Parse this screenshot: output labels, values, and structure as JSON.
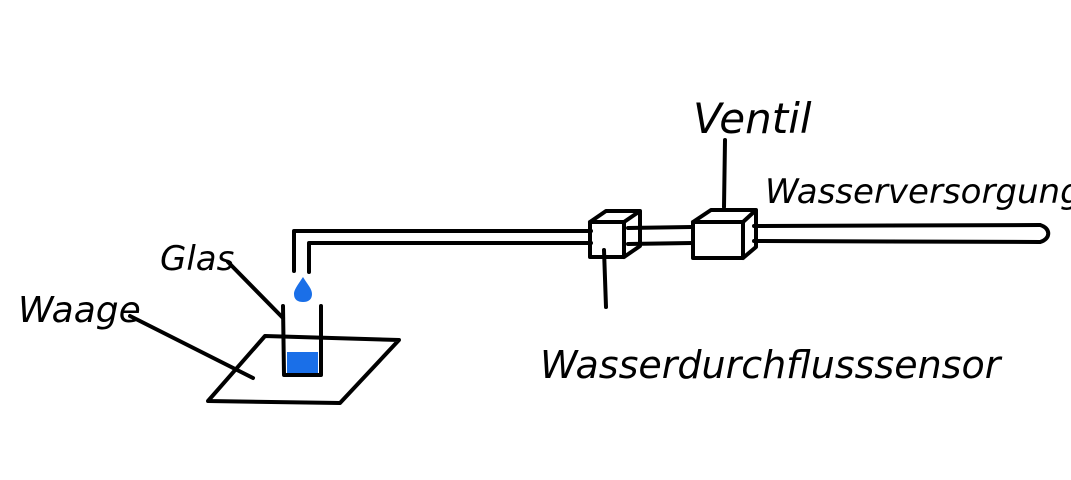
{
  "labels": {
    "scale": "Waage",
    "glass": "Glas",
    "valve": "Ventil",
    "water_supply": "Wasserversorgung",
    "flow_sensor": "Wasserdurchflusssensor"
  },
  "colors": {
    "ink": "#000000",
    "water": "#1a6fe8",
    "background": "#ffffff"
  }
}
